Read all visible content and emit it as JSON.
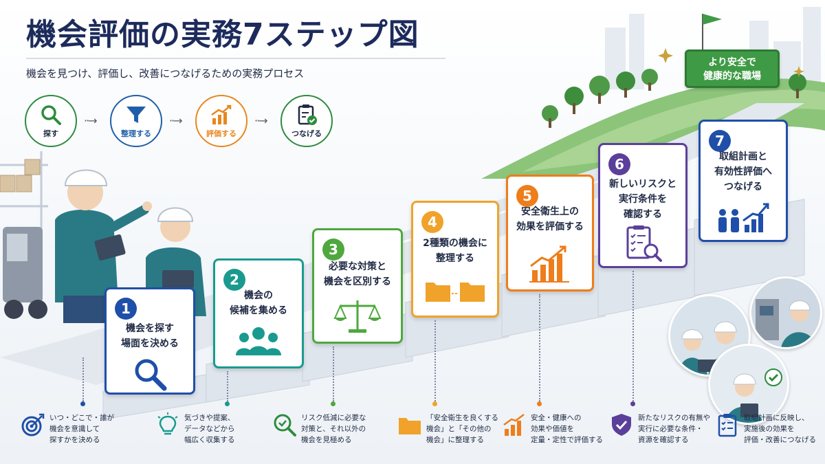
{
  "header": {
    "title": "機会評価の実務7ステップ図",
    "subtitle": "機会を見つけ、評価し、改善につなげるための実務プロセス"
  },
  "flow": [
    {
      "label": "探す",
      "icon": "search-icon",
      "color": "#2e8b3e"
    },
    {
      "label": "整理する",
      "icon": "funnel-icon",
      "color": "#1f5fa8"
    },
    {
      "label": "評価する",
      "icon": "chart-up-icon",
      "color": "#e8871e"
    },
    {
      "label": "つなげる",
      "icon": "clipboard-check-icon",
      "color": "#2e8b3e"
    }
  ],
  "goal": {
    "line1": "より安全で",
    "line2": "健康的な職場"
  },
  "steps": [
    {
      "num": "1",
      "line1": "機会を探す",
      "line2": "場面を決める",
      "line3": "",
      "color": "#1f4fa8",
      "icon": "magnifier-icon"
    },
    {
      "num": "2",
      "line1": "機会の",
      "line2": "候補を集める",
      "line3": "",
      "color": "#1a9a8f",
      "icon": "people-group-icon"
    },
    {
      "num": "3",
      "line1": "必要な対策と",
      "line2": "機会を区別する",
      "line3": "",
      "color": "#4ea83e",
      "icon": "scale-icon"
    },
    {
      "num": "4",
      "line1": "2種類の機会に",
      "line2": "整理する",
      "line3": "",
      "color": "#f0a22a",
      "icon": "folders-icon"
    },
    {
      "num": "5",
      "line1": "安全衛生上の",
      "line2": "効果を評価する",
      "line3": "",
      "color": "#ee7d1a",
      "icon": "bar-chart-icon"
    },
    {
      "num": "6",
      "line1": "新しいリスクと",
      "line2": "実行条件を",
      "line3": "確認する",
      "color": "#5b3f9a",
      "icon": "checklist-search-icon"
    },
    {
      "num": "7",
      "line1": "取組計画と",
      "line2": "有効性評価へ",
      "line3": "つなげる",
      "color": "#1f4fa8",
      "icon": "people-growth-icon"
    }
  ],
  "notes": [
    {
      "line1": "いつ・どこで・誰が",
      "line2": "機会を意識して",
      "line3": "探すかを決める",
      "icon": "target-icon",
      "color": "#1f4fa8"
    },
    {
      "line1": "気づきや提案、",
      "line2": "データなどから",
      "line3": "幅広く収集する",
      "icon": "lightbulb-icon",
      "color": "#1a9a8f"
    },
    {
      "line1": "リスク低減に必要な",
      "line2": "対策と、それ以外の",
      "line3": "機会を見極める",
      "icon": "search-check-icon",
      "color": "#2e8b3e"
    },
    {
      "line1": "「安全衛生を良くする",
      "line2": "機会」と「その他の",
      "line3": "機会」に整理する",
      "icon": "folder-icon",
      "color": "#f0a22a"
    },
    {
      "line1": "安全・健康への",
      "line2": "効果や価値を",
      "line3": "定量・定性で評価する",
      "icon": "bar-chart-icon",
      "color": "#ee7d1a"
    },
    {
      "line1": "新たなリスクの有無や",
      "line2": "実行に必要な条件・",
      "line3": "資源を確認する",
      "icon": "shield-check-icon",
      "color": "#5b3f9a"
    },
    {
      "line1": "取組計画に反映し、",
      "line2": "実施後の効果を",
      "line3": "評価・改善につなげる",
      "icon": "clipboard-list-icon",
      "color": "#1f4fa8"
    }
  ]
}
